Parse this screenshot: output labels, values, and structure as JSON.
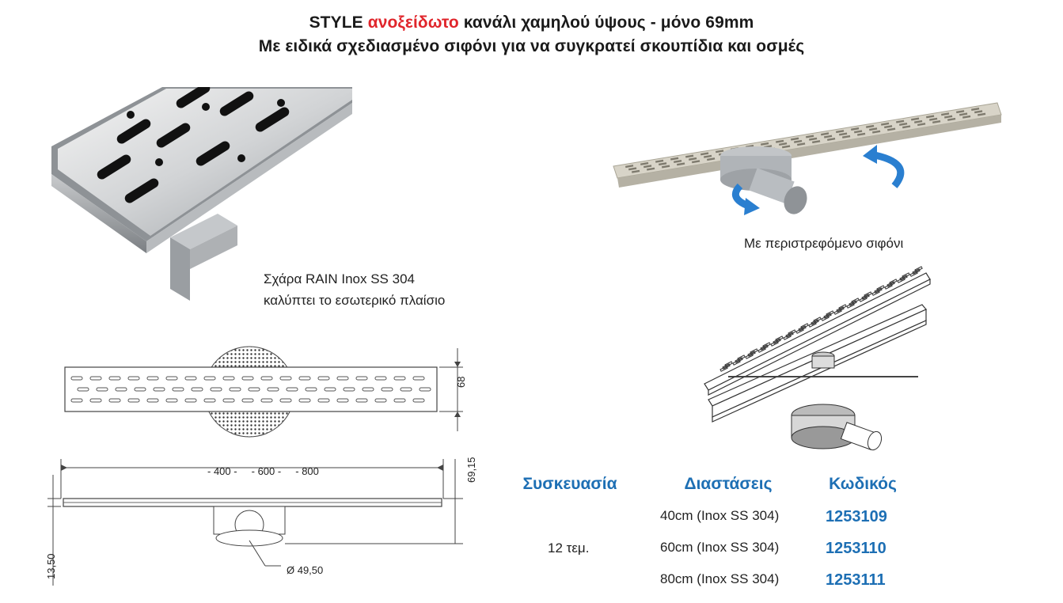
{
  "title": {
    "line1_brand": "STYLE",
    "line1_red": "ανοξείδωτο",
    "line1_rest": "κανάλι χαμηλού ύψους - μόνο 69mm",
    "line2": "Με ειδικά σχεδιασμένο σιφόνι για να συγκρατεί σκουπίδια και οσμές"
  },
  "captions": {
    "grate_line1": "Σχάρα RAIN Inox SS 304",
    "grate_line2": "καλύπτει το εσωτερικό πλαίσιο",
    "rotating": "Με περιστρεφόμενο σιφόνι"
  },
  "drawing": {
    "height_label": "68",
    "total_height": "69,15",
    "lengths": "- 400 -     - 600 -     - 800",
    "frame_height": "13,50",
    "diameter": "Ø 49,50"
  },
  "table": {
    "headers": {
      "package": "Συσκευασία",
      "dimensions": "Διαστάσεις",
      "code": "Κωδικός"
    },
    "package_value": "12 τεμ.",
    "rows": [
      {
        "dimension": "40cm (Inox SS 304)",
        "code": "1253109"
      },
      {
        "dimension": "60cm (Inox SS 304)",
        "code": "1253110"
      },
      {
        "dimension": "80cm (Inox SS 304)",
        "code": "1253111"
      }
    ]
  },
  "colors": {
    "accent_blue": "#1d6fb4",
    "accent_red": "#e0252b",
    "arrow_blue": "#2a7fd0"
  }
}
